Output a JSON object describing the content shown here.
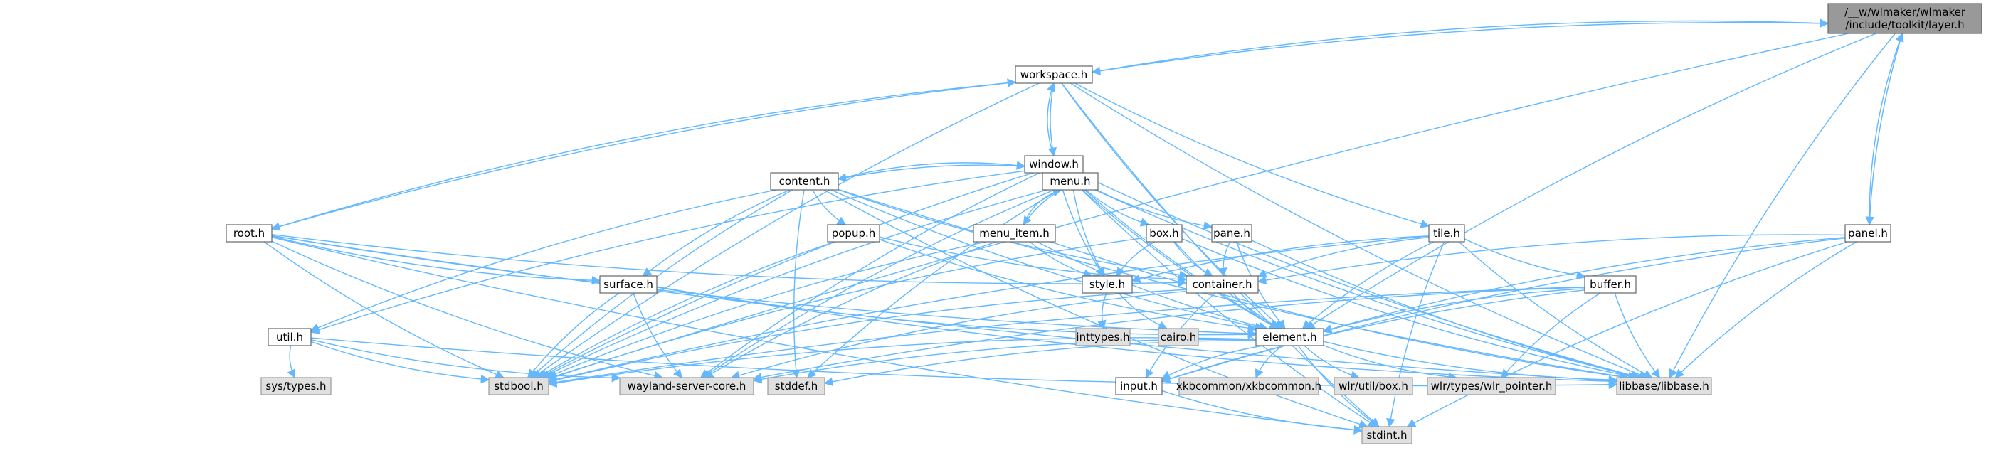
{
  "graph": {
    "edge_color": "#63b8ff",
    "node_styles": {
      "focus": "#999999",
      "internal": "#ffffff",
      "external": "#e0e0e0",
      "border": "#666666"
    },
    "nodes": [
      {
        "id": "layer",
        "lines": [
          "/__w/wlmaker/wlmaker",
          "/include/toolkit/layer.h"
        ],
        "kind": "focus"
      },
      {
        "id": "workspace",
        "lines": [
          "workspace.h"
        ],
        "kind": "internal"
      },
      {
        "id": "window",
        "lines": [
          "window.h"
        ],
        "kind": "internal"
      },
      {
        "id": "content",
        "lines": [
          "content.h"
        ],
        "kind": "internal"
      },
      {
        "id": "menu",
        "lines": [
          "menu.h"
        ],
        "kind": "internal"
      },
      {
        "id": "root",
        "lines": [
          "root.h"
        ],
        "kind": "internal"
      },
      {
        "id": "popup",
        "lines": [
          "popup.h"
        ],
        "kind": "internal"
      },
      {
        "id": "menu_item",
        "lines": [
          "menu_item.h"
        ],
        "kind": "internal"
      },
      {
        "id": "box",
        "lines": [
          "box.h"
        ],
        "kind": "internal"
      },
      {
        "id": "pane",
        "lines": [
          "pane.h"
        ],
        "kind": "internal"
      },
      {
        "id": "tile",
        "lines": [
          "tile.h"
        ],
        "kind": "internal"
      },
      {
        "id": "panel",
        "lines": [
          "panel.h"
        ],
        "kind": "internal"
      },
      {
        "id": "surface",
        "lines": [
          "surface.h"
        ],
        "kind": "internal"
      },
      {
        "id": "style",
        "lines": [
          "style.h"
        ],
        "kind": "internal"
      },
      {
        "id": "container",
        "lines": [
          "container.h"
        ],
        "kind": "internal"
      },
      {
        "id": "buffer",
        "lines": [
          "buffer.h"
        ],
        "kind": "internal"
      },
      {
        "id": "util",
        "lines": [
          "util.h"
        ],
        "kind": "internal"
      },
      {
        "id": "element",
        "lines": [
          "element.h"
        ],
        "kind": "internal"
      },
      {
        "id": "inttypes",
        "lines": [
          "inttypes.h"
        ],
        "kind": "external"
      },
      {
        "id": "cairo",
        "lines": [
          "cairo.h"
        ],
        "kind": "external"
      },
      {
        "id": "systypes",
        "lines": [
          "sys/types.h"
        ],
        "kind": "external"
      },
      {
        "id": "stdbool",
        "lines": [
          "stdbool.h"
        ],
        "kind": "external"
      },
      {
        "id": "wayland",
        "lines": [
          "wayland-server-core.h"
        ],
        "kind": "external"
      },
      {
        "id": "stddef",
        "lines": [
          "stddef.h"
        ],
        "kind": "external"
      },
      {
        "id": "input",
        "lines": [
          "input.h"
        ],
        "kind": "internal"
      },
      {
        "id": "xkb",
        "lines": [
          "xkbcommon/xkbcommon.h"
        ],
        "kind": "external"
      },
      {
        "id": "wlrbox",
        "lines": [
          "wlr/util/box.h"
        ],
        "kind": "external"
      },
      {
        "id": "wlrpointer",
        "lines": [
          "wlr/types/wlr_pointer.h"
        ],
        "kind": "external"
      },
      {
        "id": "libbase",
        "lines": [
          "libbase/libbase.h"
        ],
        "kind": "external"
      },
      {
        "id": "stdint",
        "lines": [
          "stdint.h"
        ],
        "kind": "external"
      }
    ],
    "edges": [
      [
        "layer",
        "workspace"
      ],
      [
        "layer",
        "panel"
      ],
      [
        "layer",
        "stdbool"
      ],
      [
        "layer",
        "element"
      ],
      [
        "layer",
        "libbase"
      ],
      [
        "workspace",
        "layer"
      ],
      [
        "workspace",
        "window"
      ],
      [
        "workspace",
        "root"
      ],
      [
        "workspace",
        "tile"
      ],
      [
        "workspace",
        "stdbool"
      ],
      [
        "workspace",
        "stdint"
      ],
      [
        "workspace",
        "element"
      ],
      [
        "workspace",
        "libbase"
      ],
      [
        "window",
        "workspace"
      ],
      [
        "window",
        "content"
      ],
      [
        "window",
        "menu"
      ],
      [
        "window",
        "util"
      ],
      [
        "window",
        "style"
      ],
      [
        "window",
        "element"
      ],
      [
        "window",
        "stdbool"
      ],
      [
        "window",
        "wayland"
      ],
      [
        "window",
        "libbase"
      ],
      [
        "window",
        "stdint"
      ],
      [
        "content",
        "window"
      ],
      [
        "content",
        "popup"
      ],
      [
        "content",
        "surface"
      ],
      [
        "content",
        "util"
      ],
      [
        "content",
        "container"
      ],
      [
        "content",
        "element"
      ],
      [
        "content",
        "stdbool"
      ],
      [
        "content",
        "stddef"
      ],
      [
        "content",
        "stdint"
      ],
      [
        "content",
        "libbase"
      ],
      [
        "menu",
        "menu_item"
      ],
      [
        "menu",
        "box"
      ],
      [
        "menu",
        "pane"
      ],
      [
        "menu",
        "style"
      ],
      [
        "menu",
        "stdbool"
      ],
      [
        "menu",
        "wayland"
      ],
      [
        "menu",
        "stddef"
      ],
      [
        "menu",
        "libbase"
      ],
      [
        "menu",
        "element"
      ],
      [
        "menu_item",
        "menu"
      ],
      [
        "menu_item",
        "style"
      ],
      [
        "menu_item",
        "element"
      ],
      [
        "menu_item",
        "stdbool"
      ],
      [
        "menu_item",
        "wayland"
      ],
      [
        "menu_item",
        "libbase"
      ],
      [
        "root",
        "workspace"
      ],
      [
        "root",
        "surface"
      ],
      [
        "root",
        "container"
      ],
      [
        "root",
        "element"
      ],
      [
        "root",
        "stdbool"
      ],
      [
        "root",
        "wayland"
      ],
      [
        "root",
        "stdint"
      ],
      [
        "root",
        "libbase"
      ],
      [
        "popup",
        "container"
      ],
      [
        "popup",
        "element"
      ],
      [
        "popup",
        "stdbool"
      ],
      [
        "box",
        "container"
      ],
      [
        "box",
        "style"
      ],
      [
        "box",
        "element"
      ],
      [
        "box",
        "stdbool"
      ],
      [
        "box",
        "libbase"
      ],
      [
        "pane",
        "container"
      ],
      [
        "pane",
        "element"
      ],
      [
        "pane",
        "libbase"
      ],
      [
        "tile",
        "container"
      ],
      [
        "tile",
        "buffer"
      ],
      [
        "tile",
        "style"
      ],
      [
        "tile",
        "element"
      ],
      [
        "tile",
        "libbase"
      ],
      [
        "tile",
        "stdbool"
      ],
      [
        "tile",
        "stdint"
      ],
      [
        "panel",
        "layer"
      ],
      [
        "panel",
        "container"
      ],
      [
        "panel",
        "element"
      ],
      [
        "panel",
        "input"
      ],
      [
        "panel",
        "libbase"
      ],
      [
        "panel",
        "stdint"
      ],
      [
        "surface",
        "element"
      ],
      [
        "surface",
        "stdbool"
      ],
      [
        "surface",
        "wayland"
      ],
      [
        "surface",
        "libbase"
      ],
      [
        "style",
        "inttypes"
      ],
      [
        "style",
        "cairo"
      ],
      [
        "container",
        "element"
      ],
      [
        "container",
        "stdbool"
      ],
      [
        "container",
        "wayland"
      ],
      [
        "container",
        "input"
      ],
      [
        "buffer",
        "element"
      ],
      [
        "buffer",
        "libbase"
      ],
      [
        "buffer",
        "stdbool"
      ],
      [
        "buffer",
        "wayland"
      ],
      [
        "buffer",
        "input"
      ],
      [
        "buffer",
        "wlrpointer"
      ],
      [
        "util",
        "systypes"
      ],
      [
        "util",
        "stdbool"
      ],
      [
        "util",
        "wayland"
      ],
      [
        "util",
        "libbase"
      ],
      [
        "element",
        "input"
      ],
      [
        "element",
        "stdbool"
      ],
      [
        "element",
        "wayland"
      ],
      [
        "element",
        "stddef"
      ],
      [
        "element",
        "xkb"
      ],
      [
        "element",
        "wlrbox"
      ],
      [
        "element",
        "wlrpointer"
      ],
      [
        "element",
        "libbase"
      ],
      [
        "element",
        "stdint"
      ],
      [
        "input",
        "stdint"
      ]
    ]
  }
}
